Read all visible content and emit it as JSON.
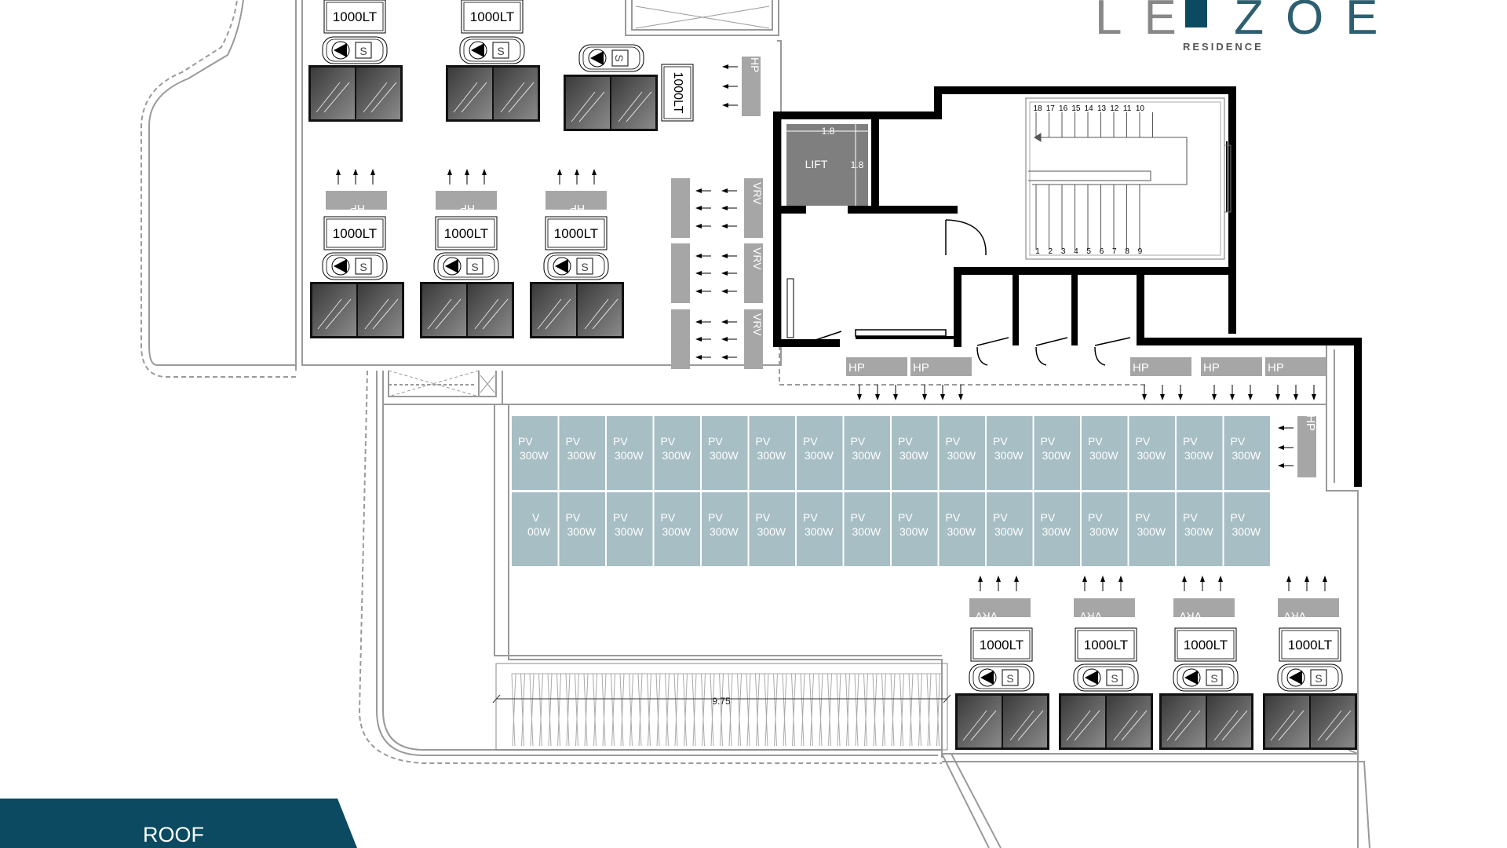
{
  "logo": {
    "part1": "LE",
    "part2": "ZOE",
    "subtitle": "RESIDENCE"
  },
  "level": {
    "label": "ROOF"
  },
  "labels": {
    "tank": "1000LT",
    "pump": "S",
    "hp": "HP",
    "vrv": "VRV",
    "pv_top": "PV",
    "pv_bottom": "300W",
    "pv_partial_top": "V",
    "pv_partial_bottom": "00W",
    "lift": "LIFT",
    "lift_dim_w": "1.8",
    "lift_dim_h": "1.8",
    "dim_length": "9.75"
  },
  "stairs": {
    "top_numbers": [
      "18",
      "17",
      "16",
      "15",
      "14",
      "13",
      "12",
      "11",
      "10"
    ],
    "bottom_numbers": [
      "1",
      "2",
      "3",
      "4",
      "5",
      "6",
      "7",
      "8",
      "9"
    ]
  },
  "colors": {
    "brand": "#0b4a60",
    "pv_panel": "#a7bec4",
    "equipment_grey": "#a6a6a6",
    "wall": "#000000"
  }
}
